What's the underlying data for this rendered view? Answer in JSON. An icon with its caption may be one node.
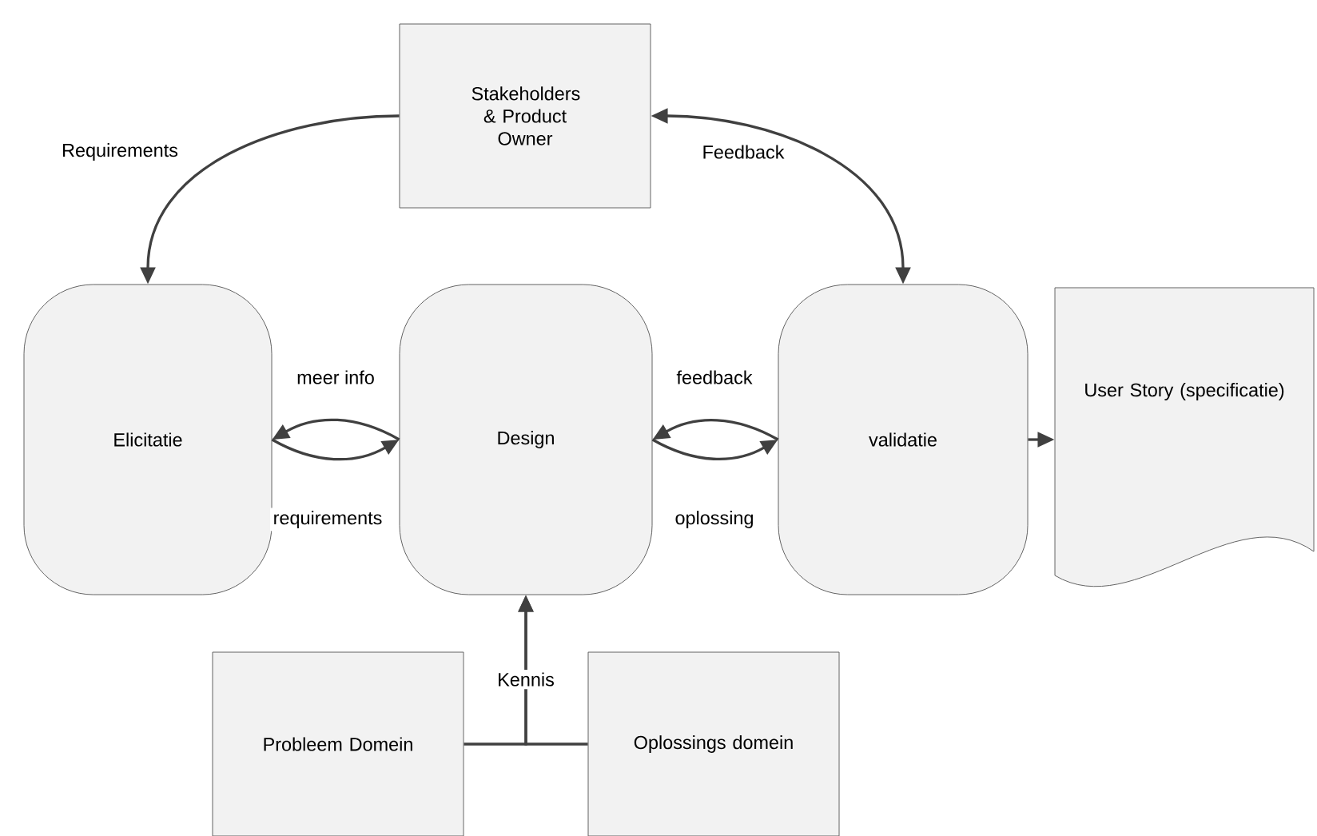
{
  "diagram": {
    "nodes": [
      {
        "text": [
          "Stakeholders & Product Owner"
        ]
      },
      {
        "text": [
          "Elicitatie"
        ]
      },
      {
        "text": [
          "Design"
        ]
      },
      {
        "text": [
          "validatie"
        ]
      },
      {
        "text": [
          "User Story (specificatie)"
        ]
      },
      {
        "text": [
          "Probleem Domein"
        ]
      },
      {
        "text": [
          "Oplossings domein"
        ]
      }
    ],
    "edges": [
      {
        "from": 0,
        "to": 1,
        "arrow": "to",
        "label": "Requirements"
      },
      {
        "from": 3,
        "to": 0,
        "arrow": "both",
        "label": "Feedback"
      },
      {
        "from": 2,
        "to": 1,
        "arrow": "to",
        "label": "meer info"
      },
      {
        "from": 1,
        "to": 2,
        "arrow": "to",
        "label": "requirements"
      },
      {
        "from": 3,
        "to": 2,
        "arrow": "to",
        "label": "feedback"
      },
      {
        "from": 2,
        "to": 3,
        "arrow": "to",
        "label": "oplossing"
      },
      {
        "from": 3,
        "to": 4,
        "arrow": "to"
      },
      {
        "from": 5,
        "to": 2,
        "arrow": "to",
        "label": "Kennis"
      },
      {
        "from": 6,
        "to": 2,
        "arrow": "to"
      }
    ]
  }
}
